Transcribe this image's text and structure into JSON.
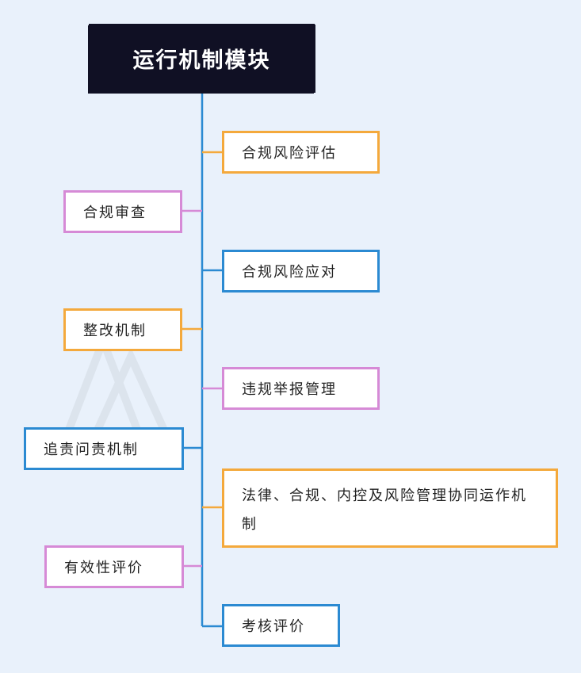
{
  "root": {
    "title": "运行机制模块"
  },
  "nodes": [
    {
      "id": "risk-assessment",
      "label": "合规风险评估",
      "side": "right",
      "color": "#f4a93c"
    },
    {
      "id": "compliance-review",
      "label": "合规审查",
      "side": "left",
      "color": "#d68ad6"
    },
    {
      "id": "risk-response",
      "label": "合规风险应对",
      "side": "right",
      "color": "#2b8ad2"
    },
    {
      "id": "rectification",
      "label": "整改机制",
      "side": "left",
      "color": "#f4a93c"
    },
    {
      "id": "violation-report",
      "label": "违规举报管理",
      "side": "right",
      "color": "#d68ad6"
    },
    {
      "id": "accountability",
      "label": "追责问责机制",
      "side": "left",
      "color": "#2b8ad2"
    },
    {
      "id": "coordination",
      "label": "法律、合规、内控及风险管理协同运作机制",
      "side": "right",
      "color": "#f4a93c"
    },
    {
      "id": "effectiveness",
      "label": "有效性评价",
      "side": "left",
      "color": "#d68ad6"
    },
    {
      "id": "assessment",
      "label": "考核评价",
      "side": "right",
      "color": "#2b8ad2"
    }
  ]
}
